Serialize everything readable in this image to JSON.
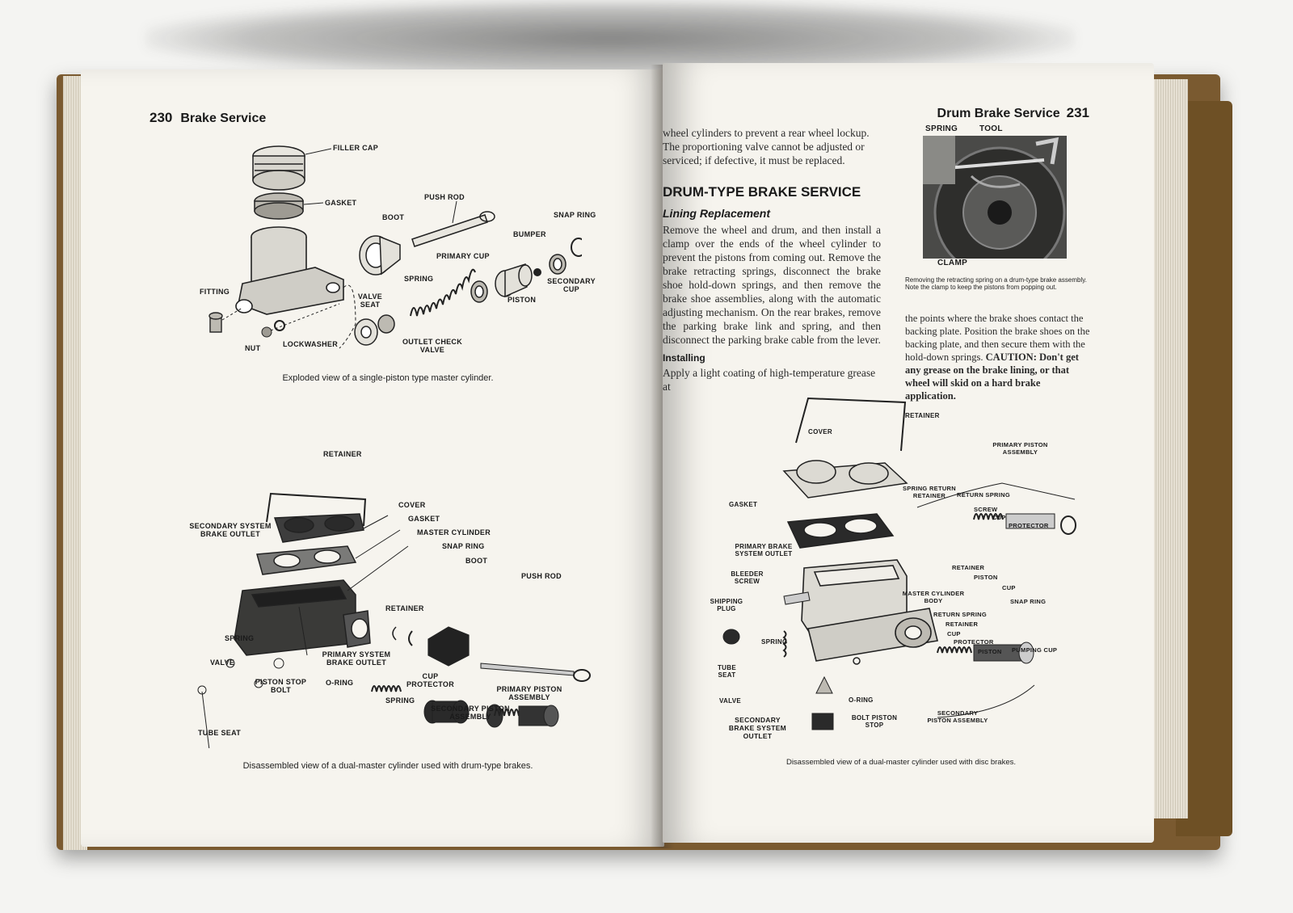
{
  "left_page": {
    "page_number": "230",
    "running_head": "Brake Service",
    "figure1": {
      "caption": "Exploded view of a single-piston type master cylinder.",
      "labels": {
        "filler_cap": "FILLER CAP",
        "gasket": "GASKET",
        "push_rod": "PUSH ROD",
        "boot": "BOOT",
        "snap_ring": "SNAP RING",
        "bumper": "BUMPER",
        "primary_cup": "PRIMARY CUP",
        "spring": "SPRING",
        "secondary_cup": "SECONDARY CUP",
        "piston": "PISTON",
        "fitting": "FITTING",
        "valve_seat": "VALVE SEAT",
        "outlet_check_valve": "OUTLET CHECK VALVE",
        "lockwasher": "LOCKWASHER",
        "nut": "NUT"
      }
    },
    "figure2": {
      "caption": "Disassembled view of a dual-master cylinder used with drum-type brakes.",
      "labels": {
        "retainer": "RETAINER",
        "cover": "COVER",
        "gasket": "GASKET",
        "master_cylinder": "MASTER CYLINDER",
        "snap_ring": "SNAP RING",
        "boot": "BOOT",
        "push_rod": "PUSH ROD",
        "secondary_system_brake_outlet": "SECONDARY SYSTEM BRAKE OUTLET",
        "retainer2": "RETAINER",
        "spring": "SPRING",
        "valve": "VALVE",
        "primary_system_brake_outlet": "PRIMARY SYSTEM BRAKE OUTLET",
        "piston_stop_bolt": "PISTON STOP BOLT",
        "o_ring": "O-RING",
        "cup_protector": "CUP PROTECTOR",
        "spring2": "SPRING",
        "secondary_piston_assembly": "SECONDARY PISTON ASSEMBLY",
        "primary_piston_assembly": "PRIMARY PISTON ASSEMBLY",
        "tube_seat": "TUBE SEAT"
      }
    }
  },
  "right_page": {
    "page_number": "231",
    "running_head": "Drum Brake Service",
    "intro_text": "wheel cylinders to prevent a rear wheel lockup. The proportioning valve cannot be adjusted or serviced; if defective, it must be replaced.",
    "section_heading": "DRUM-TYPE BRAKE SERVICE",
    "sub_heading": "Lining Replacement",
    "lining_text": "Remove the wheel and drum, and then install a clamp over the ends of the wheel cylinder to prevent the pistons from coming out. Remove the brake retracting springs, disconnect the brake shoe hold-down springs, and then remove the brake shoe assemblies, along with the automatic adjusting mechanism. On the rear brakes, remove the parking brake link and spring, and then disconnect the parking brake cable from the lever.",
    "installing_heading": "Installing",
    "installing_text": "Apply a light coating of high-temperature grease at",
    "continued_text": "the points where the brake shoes contact the backing plate. Position the brake shoes on the backing plate, and then secure them with the hold-down springs.",
    "caution_text": "CAUTION: Don't get any grease on the brake lining, or that wheel will skid on a hard brake application.",
    "photo": {
      "labels": {
        "spring": "SPRING",
        "tool": "TOOL",
        "clamp": "CLAMP"
      },
      "caption": "Removing the retracting spring on a drum-type brake assembly. Note the clamp to keep the pistons from popping out."
    },
    "figure3": {
      "caption": "Disassembled view of a dual-master cylinder used with disc brakes.",
      "labels": {
        "retainer": "RETAINER",
        "cover": "COVER",
        "primary_piston_assembly": "PRIMARY PISTON ASSEMBLY",
        "gasket": "GASKET",
        "spring_return_retainer": "SPRING RETURN RETAINER",
        "return_spring": "RETURN SPRING",
        "screw": "SCREW",
        "cup": "CUP",
        "protector": "PROTECTOR",
        "primary_brake_system_outlet": "PRIMARY BRAKE SYSTEM OUTLET",
        "retainer2": "RETAINER",
        "piston": "PISTON",
        "cup2": "CUP",
        "snap_ring": "SNAP RING",
        "bleeder_screw": "BLEEDER SCREW",
        "master_cylinder_body": "MASTER CYLINDER BODY",
        "shipping_plug": "SHIPPING PLUG",
        "return_spring2": "RETURN SPRING",
        "retainer3": "RETAINER",
        "cup3": "CUP",
        "protector2": "PROTECTOR",
        "piston2": "PISTON",
        "pumping_cup": "PUMPING CUP",
        "spring": "SPRING",
        "tube_seat": "TUBE SEAT",
        "valve": "VALVE",
        "o_ring": "O-RING",
        "secondary_brake_system_outlet": "SECONDARY BRAKE SYSTEM OUTLET",
        "bolt_piston_stop": "BOLT PISTON STOP",
        "secondary_piston_assembly": "SECONDARY PISTON ASSEMBLY"
      }
    }
  }
}
